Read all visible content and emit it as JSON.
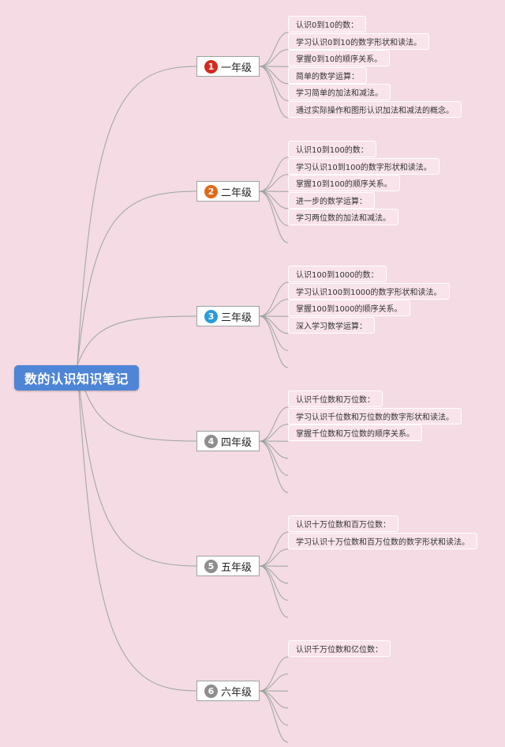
{
  "root": {
    "title": "数的认识知识笔记"
  },
  "colors": {
    "background": "#f5dbe3",
    "root": "#4e85d6",
    "line": "#9aa59f"
  },
  "branches": [
    {
      "number": "1",
      "label": "一年级",
      "badge_color": "#d42a1e",
      "icon": "number-1-badge-icon",
      "items": [
        "认识0到10的数：",
        "学习认识0到10的数字形状和读法。",
        "掌握0到10的顺序关系。",
        "简单的数学运算：",
        "学习简单的加法和减法。",
        "通过实际操作和图形认识加法和减法的概念。"
      ],
      "empty_slots": 0
    },
    {
      "number": "2",
      "label": "二年级",
      "badge_color": "#e26a16",
      "icon": "number-2-badge-icon",
      "items": [
        "认识10到100的数：",
        "学习认识10到100的数字形状和读法。",
        "掌握10到100的顺序关系。",
        "进一步的数学运算：",
        "学习两位数的加法和减法。"
      ],
      "empty_slots": 1
    },
    {
      "number": "3",
      "label": "三年级",
      "badge_color": "#2a9bdb",
      "icon": "number-3-badge-icon",
      "items": [
        "认识100到1000的数：",
        "学习认识100到1000的数字形状和读法。",
        "掌握100到1000的顺序关系。",
        "深入学习数学运算："
      ],
      "empty_slots": 2
    },
    {
      "number": "4",
      "label": "四年级",
      "badge_color": "#8e8e8e",
      "icon": "number-4-badge-icon",
      "items": [
        "认识千位数和万位数：",
        "学习认识千位数和万位数的数字形状和读法。",
        "掌握千位数和万位数的顺序关系。"
      ],
      "empty_slots": 3
    },
    {
      "number": "5",
      "label": "五年级",
      "badge_color": "#8e8e8e",
      "icon": "number-5-badge-icon",
      "items": [
        "认识十万位数和百万位数：",
        "学习认识十万位数和百万位数的数字形状和读法。"
      ],
      "empty_slots": 4
    },
    {
      "number": "6",
      "label": "六年级",
      "badge_color": "#8e8e8e",
      "icon": "number-6-badge-icon",
      "items": [
        "认识千万位数和亿位数："
      ],
      "empty_slots": 5
    }
  ]
}
